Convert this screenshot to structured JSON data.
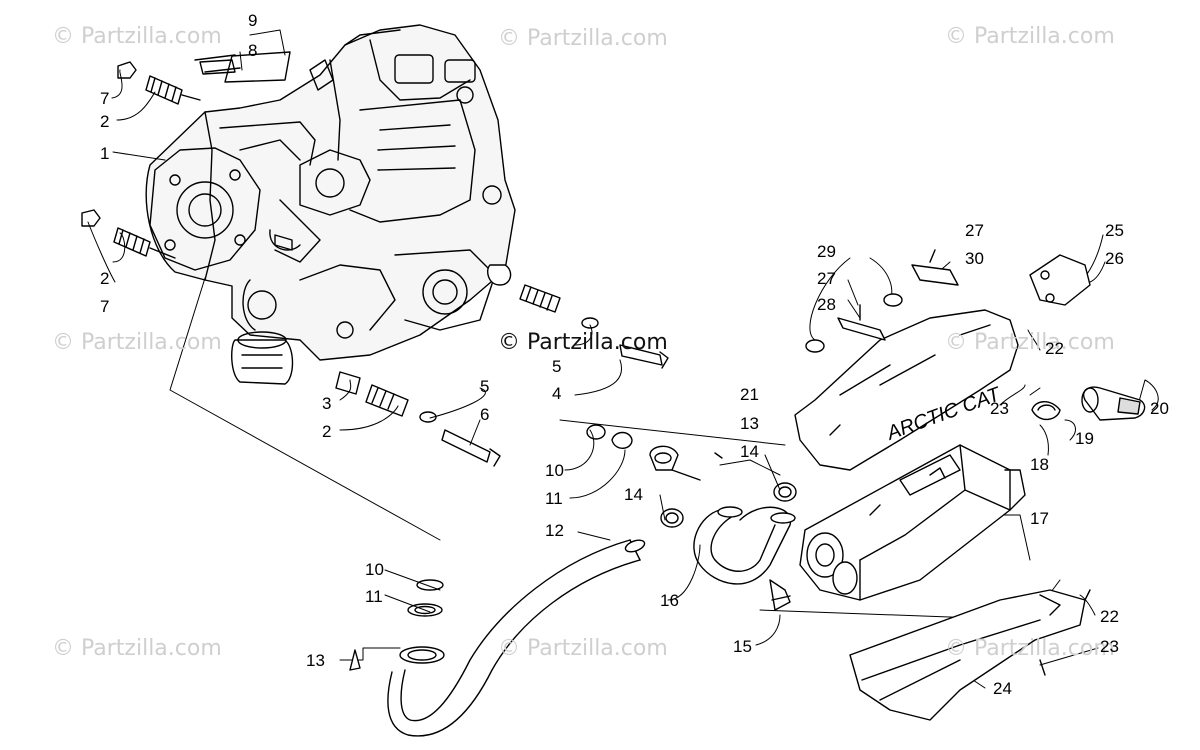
{
  "watermark": {
    "text": "© Partzilla.com",
    "center_text": "© Partzilla.com"
  },
  "decal_text": "ARCTIC CAT",
  "callouts": {
    "c9": "9",
    "c8": "8",
    "c7a": "7",
    "c2a": "2",
    "c1": "1",
    "c2b": "2",
    "c7b": "7",
    "c5a": "5",
    "c4": "4",
    "c3": "3",
    "c2c": "2",
    "c5b": "5",
    "c6": "6",
    "c10a": "10",
    "c11a": "11",
    "c12": "12",
    "c13a": "13",
    "c14a": "14",
    "c14b": "14",
    "c10b": "10",
    "c11b": "11",
    "c13b": "13",
    "c16": "16",
    "c15": "15",
    "c29": "29",
    "c27a": "27",
    "c27b": "27",
    "c30": "30",
    "c28": "28",
    "c25": "25",
    "c26": "26",
    "c22a": "22",
    "c21": "21",
    "c23a": "23",
    "c20": "20",
    "c19": "19",
    "c18": "18",
    "c17": "17",
    "c22b": "22",
    "c23b": "23",
    "c24": "24"
  },
  "colors": {
    "line": "#000000",
    "watermark": "#cfcfcf",
    "background": "#ffffff"
  }
}
